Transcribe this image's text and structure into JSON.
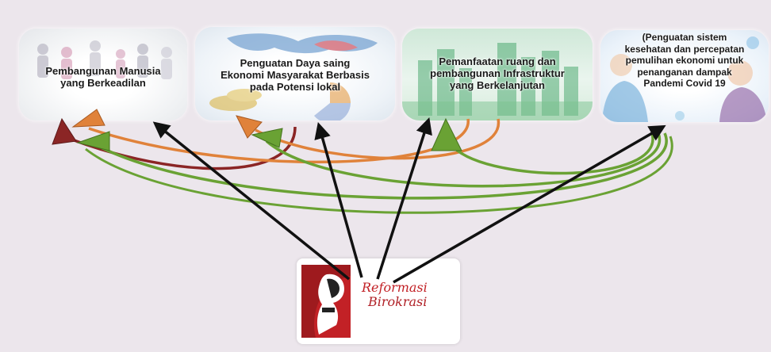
{
  "diagram": {
    "cards": [
      {
        "id": "pembangunan-manusia",
        "label_lines": [
          "Pembangunan  Manusia",
          "yang Berkeadilan"
        ]
      },
      {
        "id": "daya-saing",
        "label_lines": [
          "Penguatan  Daya saing",
          "Ekonomi  Masyarakat Berbasis",
          "pada Potensi  lokal"
        ]
      },
      {
        "id": "infrastruktur",
        "label_lines": [
          "Pemanfaatan  ruang dan",
          "pembangunan  Infrastruktur",
          "yang Berkelanjutan"
        ]
      },
      {
        "id": "kesehatan",
        "label_lines": [
          "(Penguatan  sistem",
          "kesehatan dan percepatan",
          "pemulihan  ekonomi untuk",
          "penanganan  dampak",
          "Pandemi  Covid 19"
        ]
      }
    ],
    "center": {
      "logo_line1": "Reformasi",
      "logo_line2": "Birokrasi"
    },
    "colors": {
      "arrow_black": "#111111",
      "arc_red": "#8b2525",
      "arc_orange": "#e0823a",
      "arc_green": "#6aa234",
      "logo_red": "#c22126",
      "background": "#ece6ec"
    }
  }
}
